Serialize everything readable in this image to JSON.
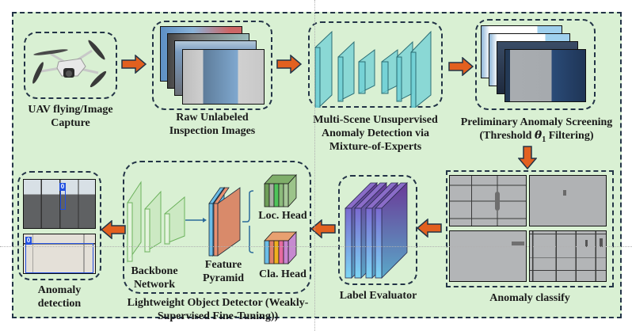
{
  "stages": {
    "uav": {
      "label_line1": "UAV flying/Image",
      "label_line2": "Capture",
      "icon": "drone-icon"
    },
    "raw": {
      "label_line1": "Raw Unlabeled",
      "label_line2": "Inspection Images",
      "icon": "image-stack-icon"
    },
    "moe": {
      "label_line1": "Multi-Scene Unsupervised",
      "label_line2": "Anomaly Detection via",
      "label_line3": "Mixture-of-Experts",
      "icon": "encoder-decoder-icon"
    },
    "screen": {
      "label_line1": "Preliminary Anomaly Screening",
      "label_line2_pre": "(Threshold ",
      "label_theta": "θ",
      "label_sub": "1",
      "label_line2_post": " Filtering)",
      "icon": "image-stack-icon"
    },
    "classify": {
      "label": "Anomaly classify",
      "icon": "image-grid-icon"
    },
    "evaluator": {
      "label": "Label Evaluator",
      "icon": "layer-stack-icon"
    },
    "detector": {
      "backbone_line1": "Backbone",
      "backbone_line2": "Network",
      "pyramid_line1": "Feature",
      "pyramid_line2": "Pyramid",
      "loc_head": "Loc. Head",
      "cla_head": "Cla. Head",
      "title_line1": "Lightweight Object Detector (Weakly-",
      "title_line2": "Supervised Fine-Tuning))"
    },
    "detection": {
      "label_line1": "Anomaly",
      "label_line2": "detection",
      "box_label_1": "0",
      "box_label_2": "0"
    }
  },
  "colors": {
    "background": "#d9f0d3",
    "border": "#233447",
    "arrow": "#e2601f",
    "moe_layer": "#6fd0d6",
    "backbone_layer": "#c9e8c0",
    "evaluator_top": "#6a3a98",
    "evaluator_bottom": "#69c7ea"
  }
}
